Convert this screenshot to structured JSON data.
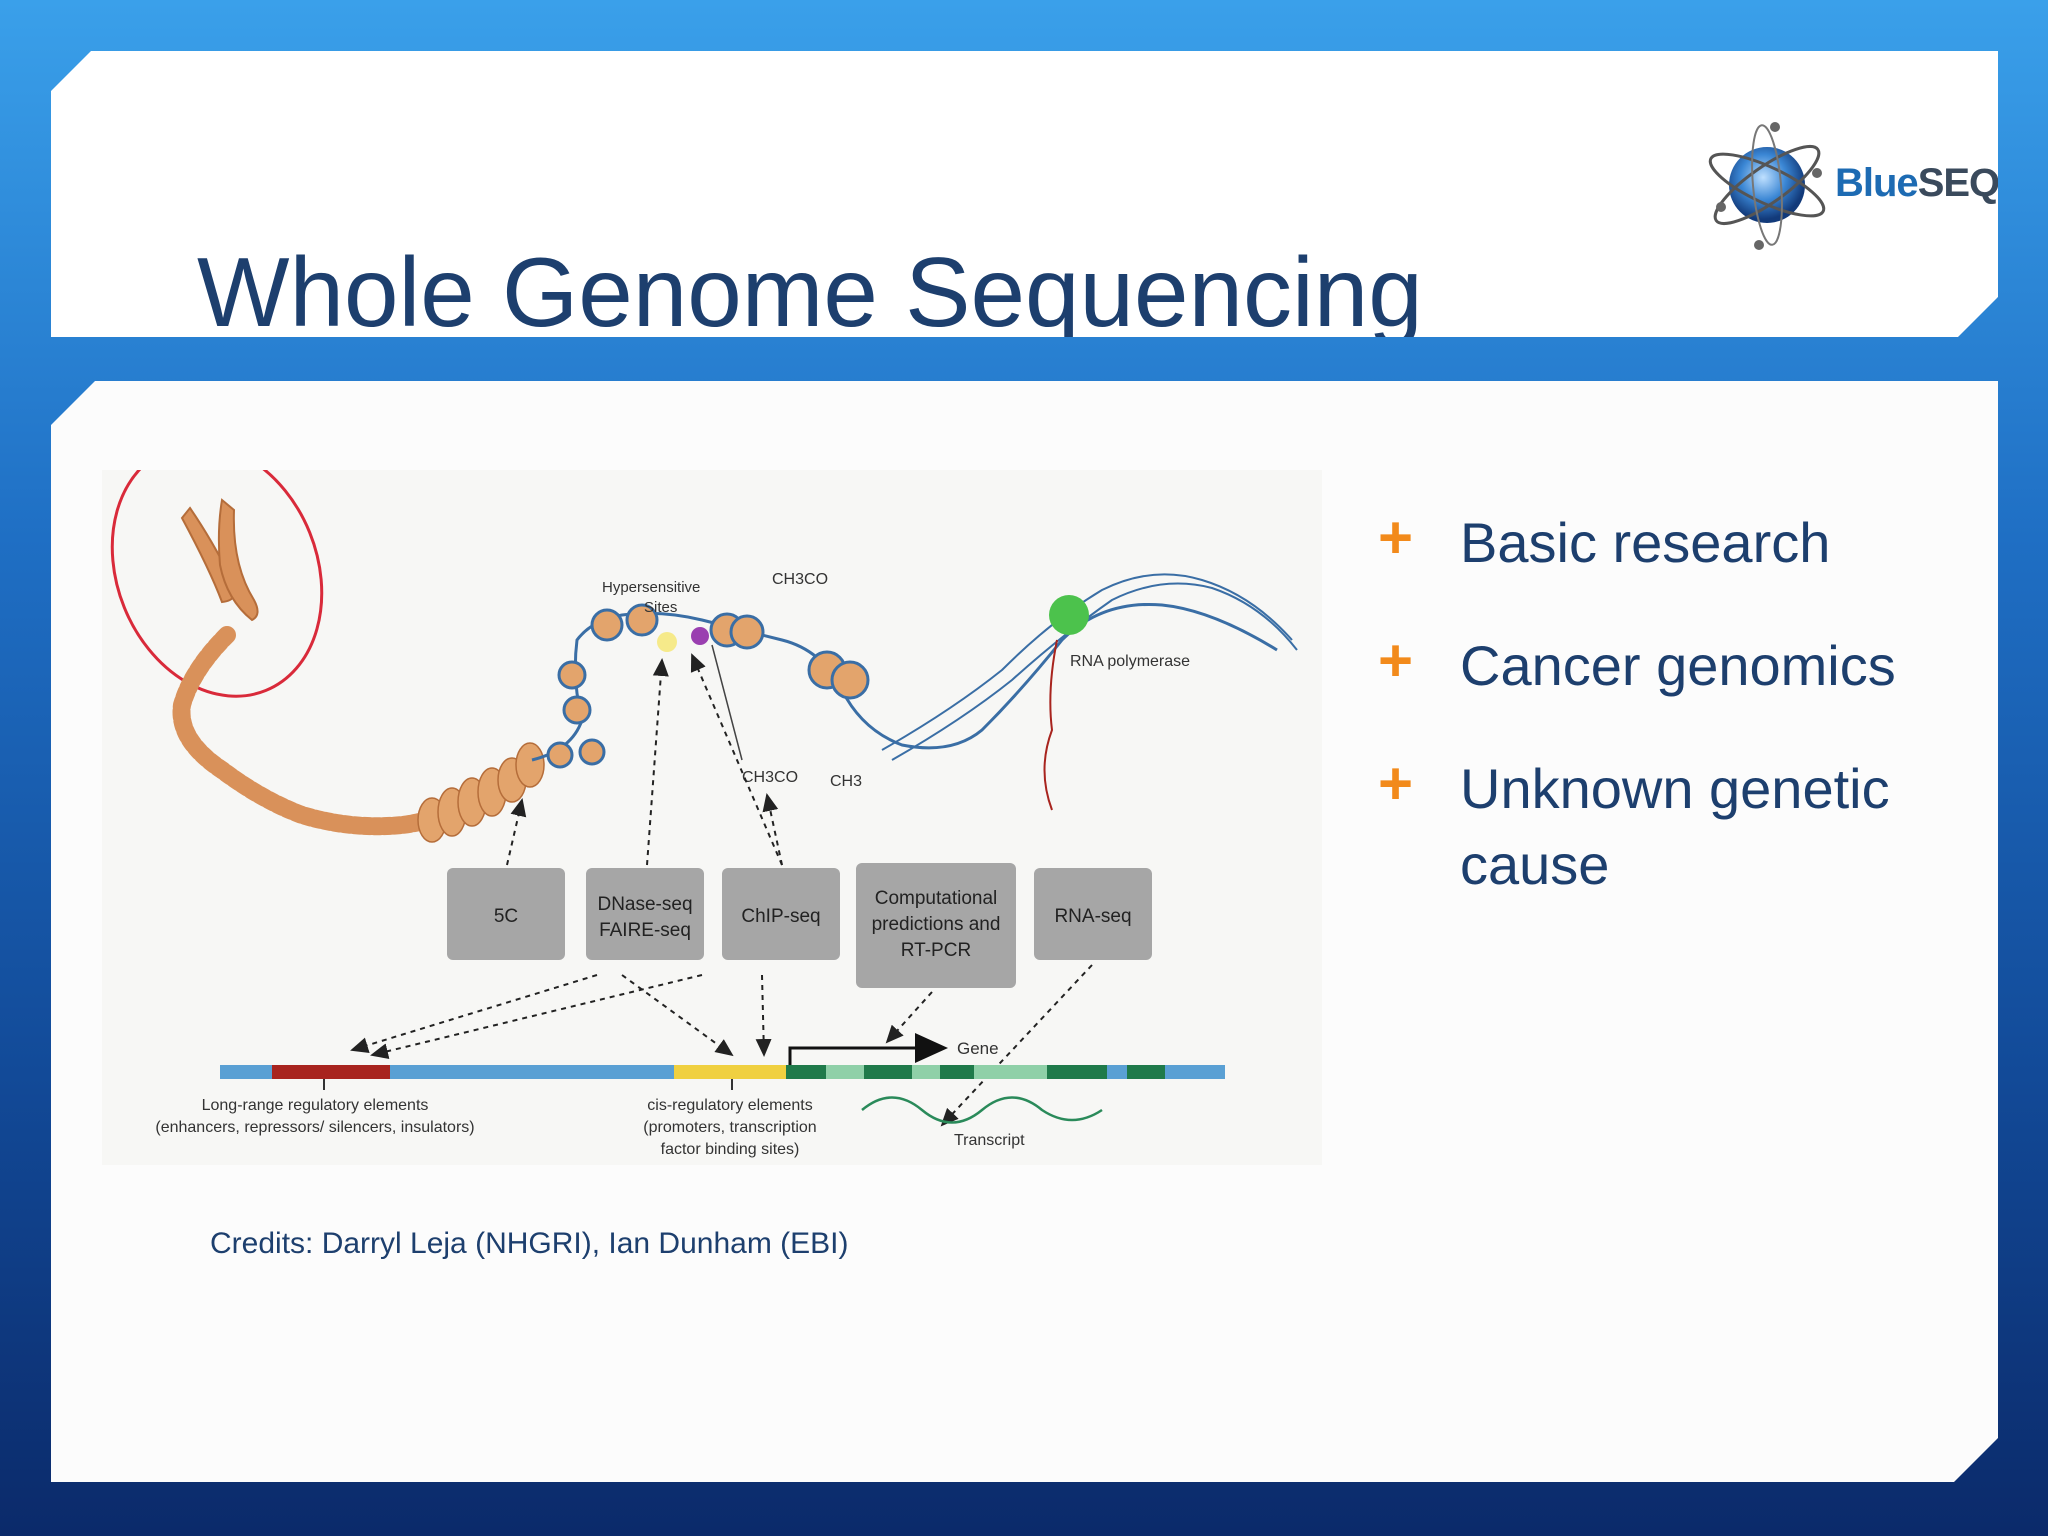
{
  "slide": {
    "title": "Whole Genome Sequencing",
    "logo": {
      "text_blue": "Blue",
      "text_dark": "SEQ",
      "icon": "globe-atom-icon"
    },
    "bullets": [
      {
        "marker": "+",
        "text": "Basic research"
      },
      {
        "marker": "+",
        "text": "Cancer genomics"
      },
      {
        "marker": "+",
        "text": "Unknown genetic cause"
      }
    ],
    "credits": "Credits: Darryl Leja (NHGRI), Ian Dunham (EBI)"
  },
  "figure": {
    "labels": {
      "hypersensitive": [
        "Hypersensitive",
        "Sites"
      ],
      "ch3co_top": "CH3CO",
      "ch3co_mid": "CH3CO",
      "ch3": "CH3",
      "rna_polymerase": "RNA polymerase",
      "gene": "Gene",
      "transcript": "Transcript",
      "long_range": [
        "Long-range regulatory elements",
        "(enhancers, repressors/ silencers, insulators)"
      ],
      "cis_regulatory": [
        "cis-regulatory elements",
        "(promoters, transcription",
        "factor binding sites)"
      ]
    },
    "boxes": [
      {
        "label": [
          "5C"
        ]
      },
      {
        "label": [
          "DNase-seq",
          "FAIRE-seq"
        ]
      },
      {
        "label": [
          "ChIP-seq"
        ]
      },
      {
        "label": [
          "Computational",
          "predictions and",
          "RT-PCR"
        ]
      },
      {
        "label": [
          "RNA-seq"
        ]
      }
    ],
    "colors": {
      "chromatin": "#d9915a",
      "histone_ring": "#3a6ea5",
      "highlight_circle": "#d92a3a",
      "genome_bar": "#5aa0d4",
      "long_range_segment": "#a8241e",
      "cis_segment": "#f0d040",
      "exon_dark": "#1f7a4a",
      "exon_light": "#8fd0a8",
      "rna_pol": "#4cc24c",
      "box_fill": "#a6a6a6"
    }
  }
}
